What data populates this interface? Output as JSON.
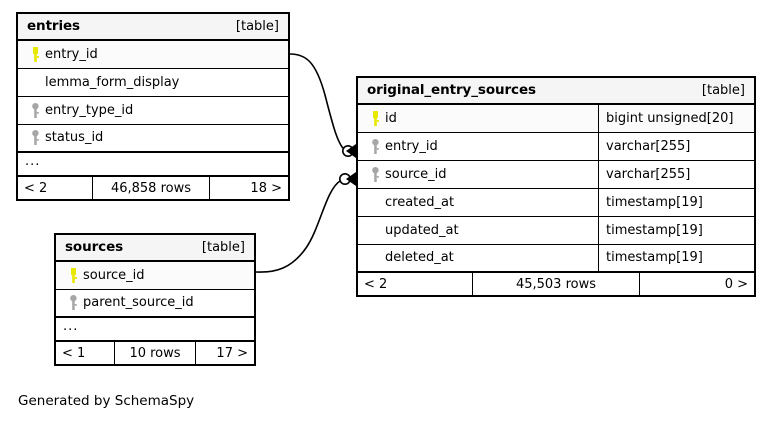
{
  "diagram": {
    "tool_caption": "Generated by SchemaSpy",
    "table_tag": "[table]",
    "ellipsis": "...",
    "colors": {
      "background": "#ffffff",
      "border": "#000000",
      "header_fill": "#f5f5f5",
      "pk_row_fill": "#fbfbfb",
      "primary_key_icon": "#e8e800",
      "foreign_key_icon": "#a6a6a6",
      "edge_stroke": "#000000"
    }
  },
  "tables": [
    {
      "id": "entries",
      "name": "entries",
      "tag": "[table]",
      "columns": [
        {
          "name": "entry_id",
          "key": "primary",
          "type": ""
        },
        {
          "name": "lemma_form_display",
          "key": "none",
          "type": ""
        },
        {
          "name": "entry_type_id",
          "key": "foreign",
          "type": ""
        },
        {
          "name": "status_id",
          "key": "foreign",
          "type": ""
        }
      ],
      "has_more": true,
      "footer": {
        "left": "< 2",
        "middle": "46,858 rows",
        "right": "18 >"
      }
    },
    {
      "id": "sources",
      "name": "sources",
      "tag": "[table]",
      "columns": [
        {
          "name": "source_id",
          "key": "primary",
          "type": ""
        },
        {
          "name": "parent_source_id",
          "key": "foreign",
          "type": ""
        }
      ],
      "has_more": true,
      "footer": {
        "left": "< 1",
        "middle": "10 rows",
        "right": "17 >"
      }
    },
    {
      "id": "original_entry_sources",
      "name": "original_entry_sources",
      "tag": "[table]",
      "columns": [
        {
          "name": "id",
          "key": "primary",
          "type": "bigint unsigned[20]"
        },
        {
          "name": "entry_id",
          "key": "foreign",
          "type": "varchar[255]"
        },
        {
          "name": "source_id",
          "key": "foreign",
          "type": "varchar[255]"
        },
        {
          "name": "created_at",
          "key": "none",
          "type": "timestamp[19]"
        },
        {
          "name": "updated_at",
          "key": "none",
          "type": "timestamp[19]"
        },
        {
          "name": "deleted_at",
          "key": "none",
          "type": "timestamp[19]"
        }
      ],
      "has_more": false,
      "footer": {
        "left": "< 2",
        "middle": "45,503 rows",
        "right": "0 >"
      }
    }
  ],
  "relationships": [
    {
      "id": "entries-to-oes",
      "from_table": "entries",
      "from_column": "entry_id",
      "to_table": "original_entry_sources",
      "to_column": "entry_id",
      "cardinality": "zero-or-many"
    },
    {
      "id": "sources-to-oes",
      "from_table": "sources",
      "from_column": "source_id",
      "to_table": "original_entry_sources",
      "to_column": "source_id",
      "cardinality": "zero-or-many"
    }
  ]
}
